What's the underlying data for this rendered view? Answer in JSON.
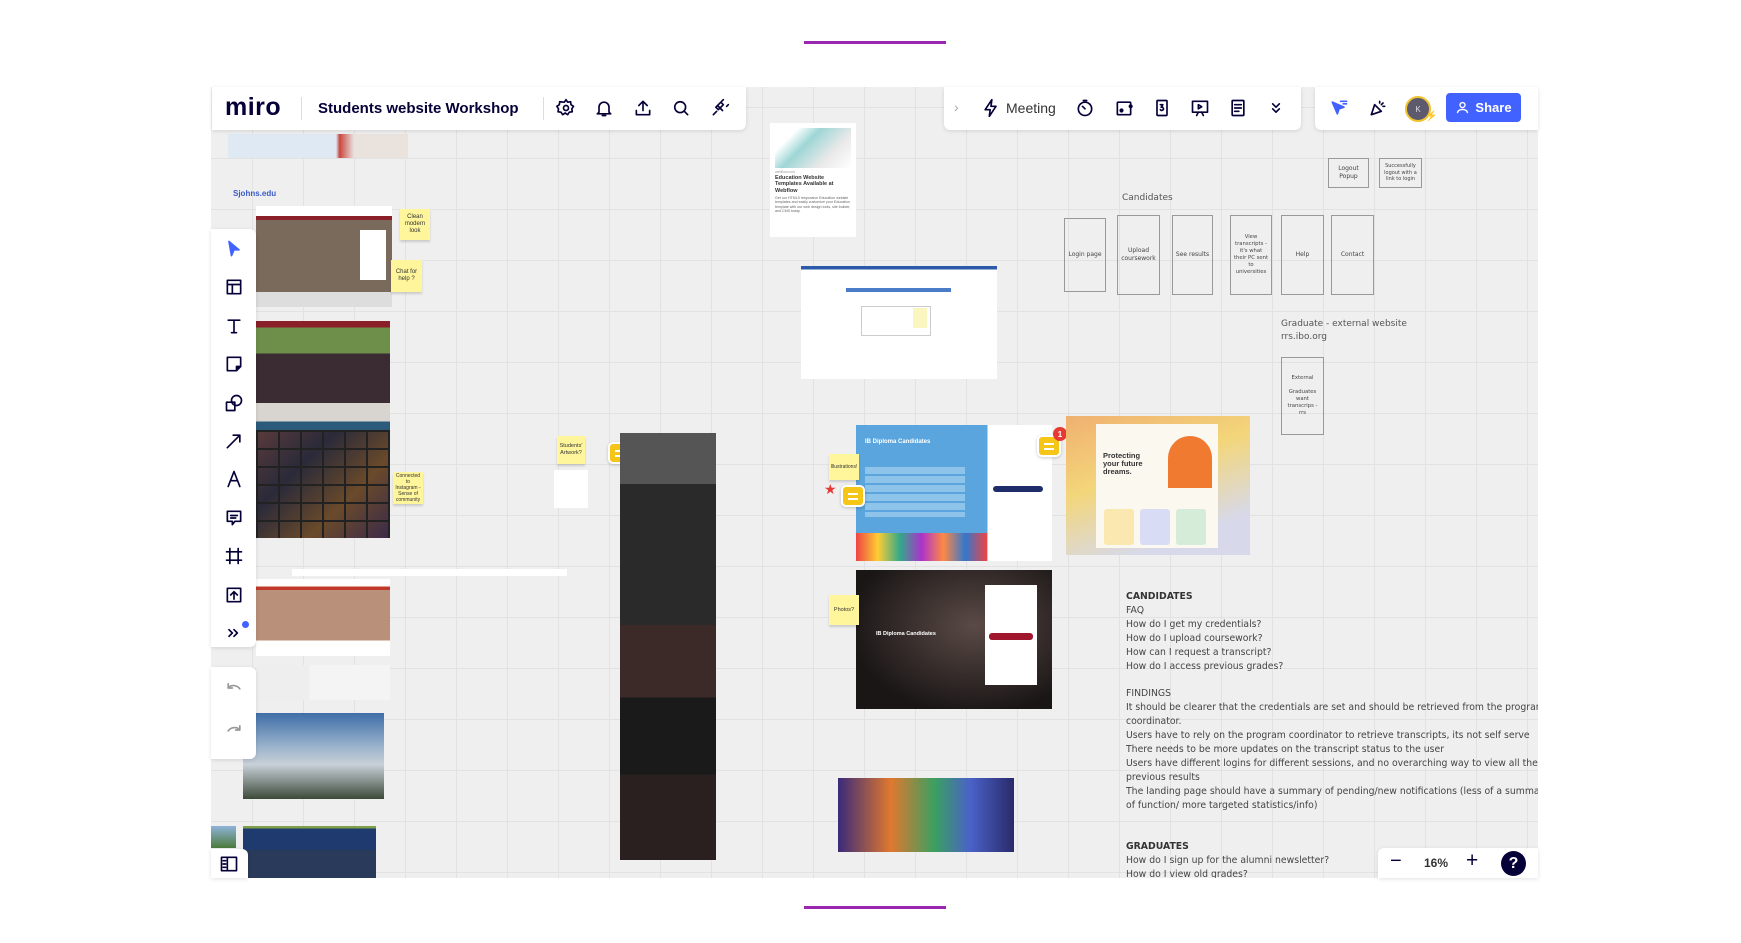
{
  "app": {
    "logo": "miro",
    "board_title": "Students website Workshop"
  },
  "toolbar_left": {
    "icons": [
      "settings-icon",
      "bell-icon",
      "upload-icon",
      "search-icon",
      "plug-icon"
    ]
  },
  "toolbar_middle": {
    "meeting_label": "Meeting",
    "icons": [
      "timer-icon",
      "card-icon",
      "countdown-icon",
      "presentation-icon",
      "notes-icon",
      "more-icon"
    ]
  },
  "toolbar_right": {
    "avatar_initial": "K",
    "share_label": "Share",
    "share_color": "#4262ff"
  },
  "zoom": {
    "level": "16%"
  },
  "side_tools": [
    "select",
    "templates",
    "text",
    "sticky-note",
    "shapes",
    "connector",
    "pen",
    "comment",
    "frame",
    "upload",
    "more"
  ],
  "board": {
    "site_label": "Sjohns.edu",
    "stickies": {
      "clean": "Clean modern look",
      "chat": "Chat for help ?",
      "instagram": "Connected to Instagram - Sense of community",
      "artwork": "Students' Artwork?",
      "illustration": "Illustrations!",
      "photos": "Photos?"
    },
    "webflow_card": {
      "source": "webflow.com",
      "title": "Education Website Templates Available at Webflow",
      "desc": "Get our HTML5 responsive Education website templates and easily customize your Education template with our web design tools, site builder, and CMS today."
    },
    "ib_blue_title": "IB Diploma Candidates",
    "ib_dark_title": "IB Diploma Candidates",
    "hero_text": "Protecting your future dreams.",
    "comment_badge": "1",
    "candidates_label": "Candidates",
    "flow_boxes": [
      "Login page",
      "Upload coursework",
      "See results",
      "View transcripts - it's what their PC sent to universities",
      "Help",
      "Contact"
    ],
    "logout_box": "Logout Popup",
    "logout_success_box": "Successfully logout with a link to login",
    "graduate_label": "Graduate - external website",
    "graduate_url": "rrs.ibo.org",
    "external_box": "External\n\nGraduates want transcrips - rrs"
  },
  "notes": {
    "candidates_heading": "CANDIDATES",
    "faq_heading": "FAQ",
    "faq": [
      "How do I get my credentials?",
      "How do I upload coursework?",
      "How can I request a transcript?",
      "How do I access previous grades?"
    ],
    "findings_heading": "FINDINGS",
    "findings": [
      "It should be clearer that the credentials are set and should be retrieved from the program",
      "coordinator.",
      "Users have to rely on the program coordinator to retrieve transcripts, its not self serve",
      "There needs to be more updates on the transcript status to the user",
      "Users have different logins for different sessions, and no overarching way to view all their",
      "previous results",
      "The landing page should have a summary of pending/new notifications (less of a summary",
      "of function/ more targeted statistics/info)"
    ],
    "graduates_heading": "GRADUATES",
    "graduates": [
      "How do I sign up for the alumni newsletter?",
      "How do I view old grades?"
    ]
  }
}
